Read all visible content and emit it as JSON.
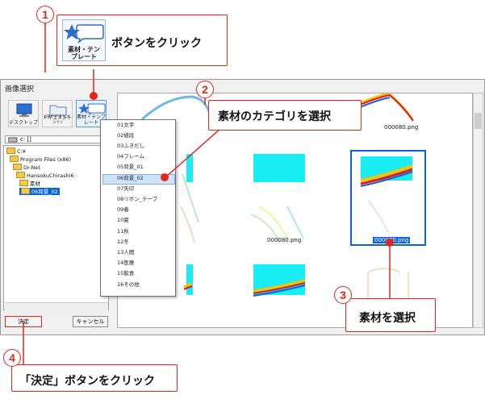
{
  "dialog": {
    "title": "画像選択",
    "toolbar": {
      "desktop": "デスクトップ",
      "documents": "ドキュメント",
      "documents_sub": "(マイドキュメント)",
      "materials": "素材・テンプレート"
    },
    "drive": "c: []",
    "tree": [
      "C:¥",
      "Program Files (x86)",
      "Dr-Net",
      "HansokuChirashi6",
      "素材",
      "06背景_02"
    ],
    "ok_button": "決定",
    "cancel_button": "キャンセル",
    "thumbnails": [
      "000080.png",
      "000080.png",
      "000080.png"
    ]
  },
  "dropdown": {
    "items": [
      "01文字",
      "02値段",
      "03ふきだし",
      "04フレーム",
      "05背景_01",
      "06背景_02",
      "07矢印",
      "08リボン_テープ",
      "09春",
      "10夏",
      "11秋",
      "12冬",
      "13人間",
      "14医療",
      "15飲食",
      "16その他"
    ],
    "selected_index": 5
  },
  "callouts": {
    "step1": {
      "number": "1",
      "icon_label": "素材・テンプレート",
      "text": "ボタンをクリック"
    },
    "step2": {
      "number": "2",
      "text": "素材のカテゴリを選択"
    },
    "step3": {
      "number": "3",
      "text": "素材を選択"
    },
    "step4": {
      "number": "4",
      "text": "「決定」ボタンをクリック"
    }
  },
  "colors": {
    "accent": "#e1261c",
    "selection": "#0a64d8",
    "sky": "#19ecf2"
  }
}
